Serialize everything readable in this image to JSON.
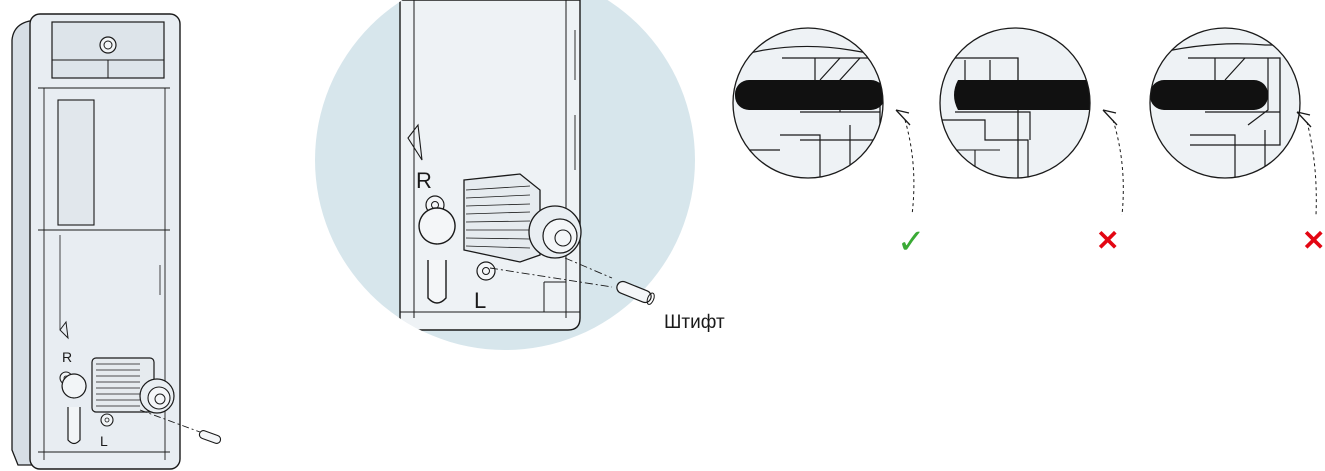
{
  "labels": {
    "right_marker": "R",
    "left_marker": "L",
    "pin": "Штифт"
  },
  "callouts": [
    {
      "status": "correct",
      "symbol": "✓",
      "color": "#3aaa35"
    },
    {
      "status": "incorrect",
      "symbol": "✕",
      "color": "#e30613"
    },
    {
      "status": "incorrect",
      "symbol": "✕",
      "color": "#e30613"
    }
  ],
  "colors": {
    "housing_fill": "#e8edf2",
    "zoom_background": "#d7e6ec",
    "outline": "#1a1a1a",
    "pin_rod": "#111111"
  }
}
